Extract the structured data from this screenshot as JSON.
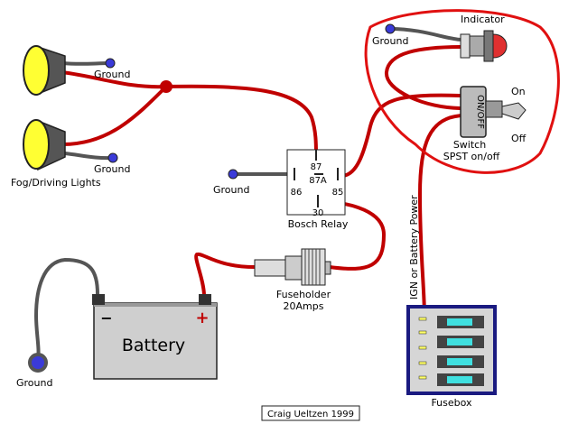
{
  "labels": {
    "ground_top_right": "Ground",
    "ground_lamp_top": "Ground",
    "ground_lamp_bottom": "Ground",
    "ground_relay": "Ground",
    "ground_battery": "Ground",
    "indicator": "Indicator",
    "switch_on": "On",
    "switch_off": "Off",
    "switch_body": "ON/OFF",
    "switch_name": "Switch",
    "switch_type": "SPST on/off",
    "fog_lights": "Fog/Driving Lights",
    "relay_87": "87",
    "relay_87a": "87A",
    "relay_86": "86",
    "relay_85": "85",
    "relay_30": "30",
    "relay_name": "Bosch Relay",
    "fuseholder": "Fuseholder",
    "fuse_rating": "20Amps",
    "battery": "Battery",
    "battery_neg": "−",
    "battery_pos": "+",
    "ign_power": "IGN or Battery Power",
    "fusebox": "Fusebox",
    "credit": "Craig Ueltzen 1999"
  },
  "colors": {
    "wire": "#c00000",
    "ground_wire": "#555555",
    "ground_dot": "#3a3ad8",
    "lamp_lens": "#ffff33",
    "indicator_lamp": "#e03030",
    "fusebox_border": "#1a1a80",
    "fuse_blade": "#40e0e0",
    "battery_body": "#cfcfcf"
  }
}
